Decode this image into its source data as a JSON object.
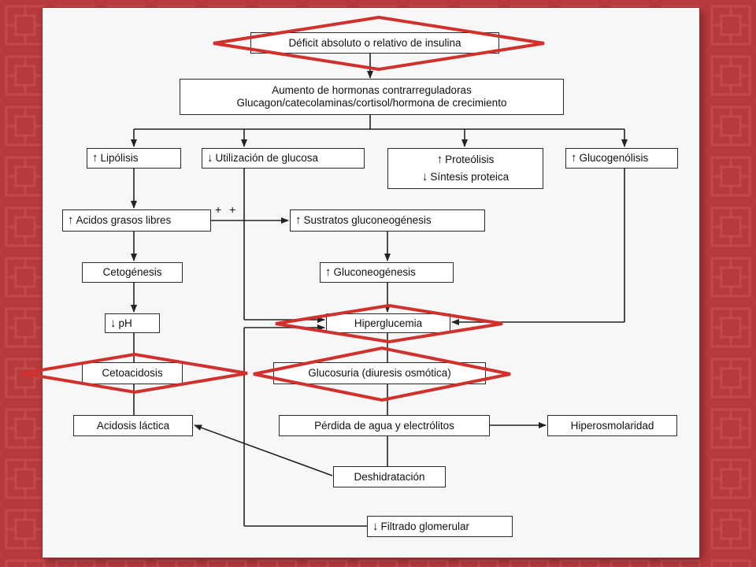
{
  "diagram": {
    "nodes": {
      "deficit": "Déficit absoluto o relativo de insulina",
      "hormonas_line1": "Aumento de hormonas contrarreguladoras",
      "hormonas_line2": "Glucagon/catecolaminas/cortisol/hormona de crecimiento",
      "lipolisis": "Lipólisis",
      "lipolisis_arrow": "↑",
      "utilizacion": "Utilización de glucosa",
      "utilizacion_arrow": "↓",
      "proteolisis": "Proteólisis",
      "proteolisis_arrow": "↑",
      "sintesis": "Síntesis proteica",
      "sintesis_arrow": "↓",
      "glucogenolisis": "Glucogenólisis",
      "glucogenolisis_arrow": "↑",
      "acidos": "Acidos grasos libres",
      "acidos_arrow": "↑",
      "sustratos": "Sustratos gluconeogénesis",
      "sustratos_arrow": "↑",
      "plus_sign": "+ +",
      "cetogenesis": "Cetogénesis",
      "gluconeogenesis": "Gluconeogénesis",
      "gluconeogenesis_arrow": "↑",
      "ph": "pH",
      "ph_arrow": "↓",
      "hiperglucemia": "Hiperglucemia",
      "cetoacidosis": "Cetoacidosis",
      "glucosuria": "Glucosuria (diuresis osmótica)",
      "acidosis": "Acidosis láctica",
      "perdida": "Pérdida de agua y electrólitos",
      "hiperosmolaridad": "Hiperosmolaridad",
      "deshidratacion": "Deshidratación",
      "filtrado": "Filtrado glomerular",
      "filtrado_arrow": "↓"
    },
    "colors": {
      "background": "#b83a3d",
      "panel": "#f7f7f7",
      "highlight_diamond": "#d0312d",
      "line": "#222222"
    }
  }
}
